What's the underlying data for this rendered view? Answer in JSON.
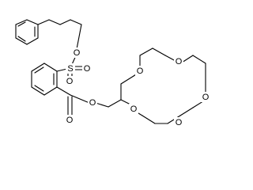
{
  "molecule": {
    "atoms": {
      "s1": "S",
      "o_s_top": "O",
      "o_s_right": "O",
      "o_s_bottom": "O",
      "o_ester_carbonyl": "O",
      "o_ester": "O",
      "o_crown_1": "O",
      "o_crown_2": "O",
      "o_crown_3": "O",
      "o_crown_4": "O",
      "o_crown_5": "O"
    },
    "colors": {
      "bond": "#000000",
      "label": "#000000",
      "background": "#ffffff"
    }
  }
}
